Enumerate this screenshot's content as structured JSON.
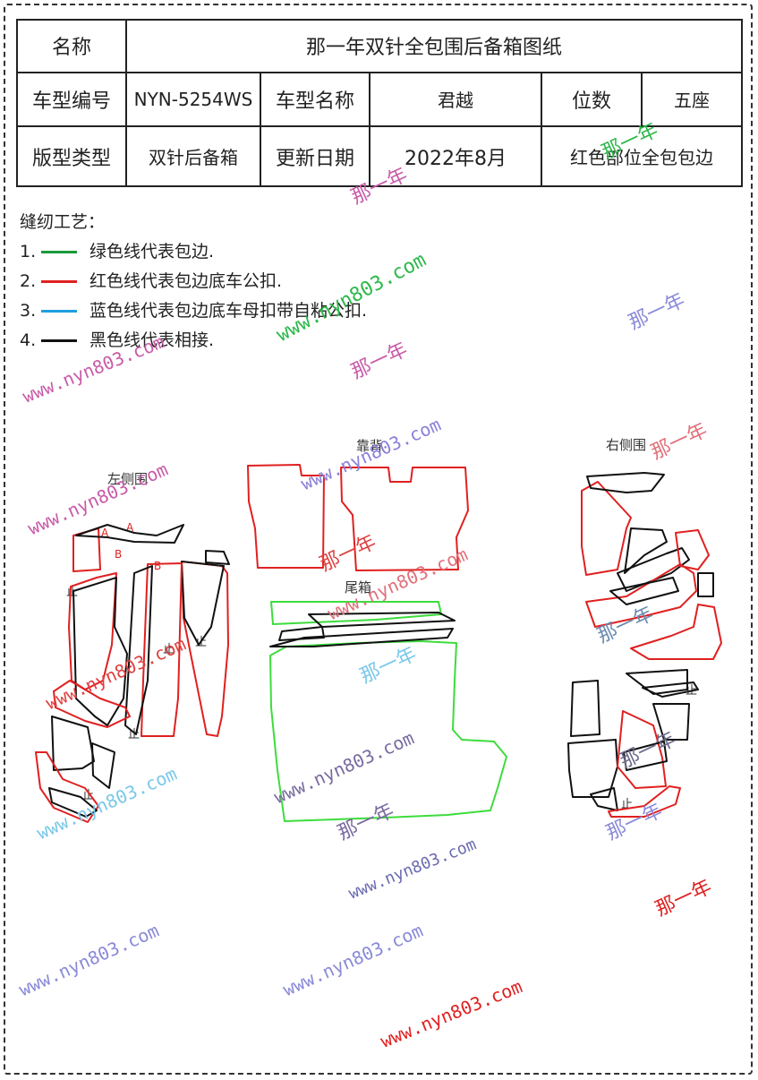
{
  "title": "那一年双针全包围后备箱图纸",
  "rows": [
    {
      "k1": "名称"
    },
    {
      "k1": "车型编号",
      "v1": "NYN-5254WS",
      "k2": "车型名称",
      "v2": "君越",
      "k3": "位数",
      "v3": "五座"
    },
    {
      "k1": "版型类型",
      "v1": "双针后备箱",
      "k2": "更新日期",
      "v2": "2022年8月",
      "note": "红色部位全包包边"
    }
  ],
  "legend_title": "缝纫工艺：",
  "legend": [
    {
      "num": "1.",
      "color": "#1a9a3a",
      "text": "绿色线代表包边."
    },
    {
      "num": "2.",
      "color": "#e02020",
      "text": "红色线代表包边底车公扣."
    },
    {
      "num": "3.",
      "color": "#1e9fe0",
      "text": "蓝色线代表包边底车母扣带自粘公扣."
    },
    {
      "num": "4.",
      "color": "#111111",
      "text": "黑色线代表相接."
    }
  ],
  "part_labels": {
    "left": "左侧围",
    "back": "靠背",
    "right": "右侧围",
    "trunk": "尾箱"
  },
  "markers": {
    "a": "A",
    "b": "B",
    "stop": "止"
  },
  "watermarks": {
    "site": "www.nyn803.com",
    "brand": "那一年"
  }
}
